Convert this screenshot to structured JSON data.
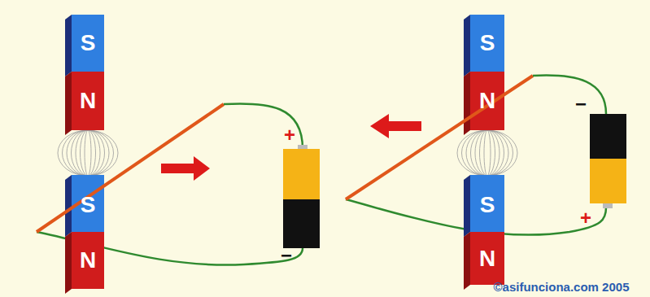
{
  "diagram": {
    "labels": [
      "S",
      "N",
      "S",
      "N",
      "+",
      "−",
      "S",
      "N",
      "S",
      "N",
      "−",
      "+",
      "©asifunciona.com 2005"
    ]
  }
}
